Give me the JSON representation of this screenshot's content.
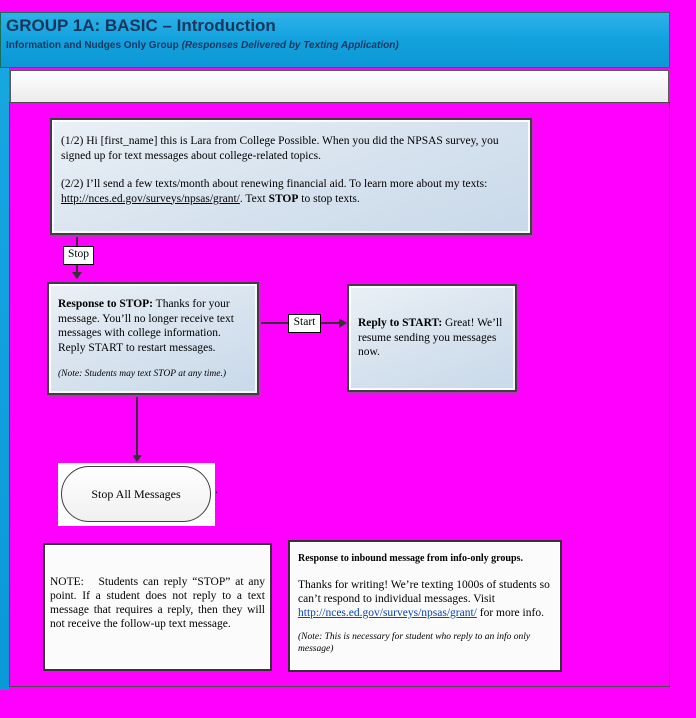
{
  "colors": {
    "page_background": "#FF00FF",
    "header_cyan_top": "#2FB2E9",
    "header_cyan_bottom": "#0B97D5",
    "header_text_navy": "#17365D",
    "flowbox_fill": "#D6E2EE",
    "link_blue": "#0645AD"
  },
  "header": {
    "title": "GROUP 1A: BASIC – Introduction",
    "subtitle_plain": "Information and Nudges Only Group ",
    "subtitle_italic": "(Responses Delivered by Texting Application)"
  },
  "intro_box": {
    "p1": "(1/2) Hi [first_name] this is Lara from College Possible. When you did the NPSAS survey, you signed up for text messages about college-related topics.",
    "p2_prefix": "(2/2) I’ll send a few texts/month about renewing financial aid. To learn more about my texts: ",
    "p2_link": "http://nces.ed.gov/surveys/npsas/grant/",
    "p2_mid": ". Text ",
    "p2_bold": "STOP",
    "p2_suffix": " to stop texts."
  },
  "edges": {
    "stop_label": "Stop",
    "start_label": "Start"
  },
  "response_stop_box": {
    "lead": "Response to STOP:",
    "body": " Thanks for your message. You’ll no longer receive text messages with college information. Reply START to restart messages.",
    "note": "(Note: Students may text STOP at any time.)"
  },
  "reply_start_box": {
    "lead": "Reply to START:",
    "body": " Great! We’ll resume sending you messages now."
  },
  "terminator": {
    "label": "Stop All Messages",
    "stray_dot": "."
  },
  "note_left": {
    "text": "NOTE:   Students can reply “STOP” at any point. If a student does not reply to a text message that requires a reply, then they will not receive the follow-up text message."
  },
  "note_right": {
    "heading": "Response to inbound message from info-only groups.",
    "body_prefix": "Thanks for writing! We’re texting 1000s of students so can’t respond to individual messages. Visit ",
    "link": "http://nces.ed.gov/surveys/npsas/grant/",
    "body_suffix": " for more info.",
    "note": "(Note: This is necessary for student who reply to an info only message)"
  }
}
